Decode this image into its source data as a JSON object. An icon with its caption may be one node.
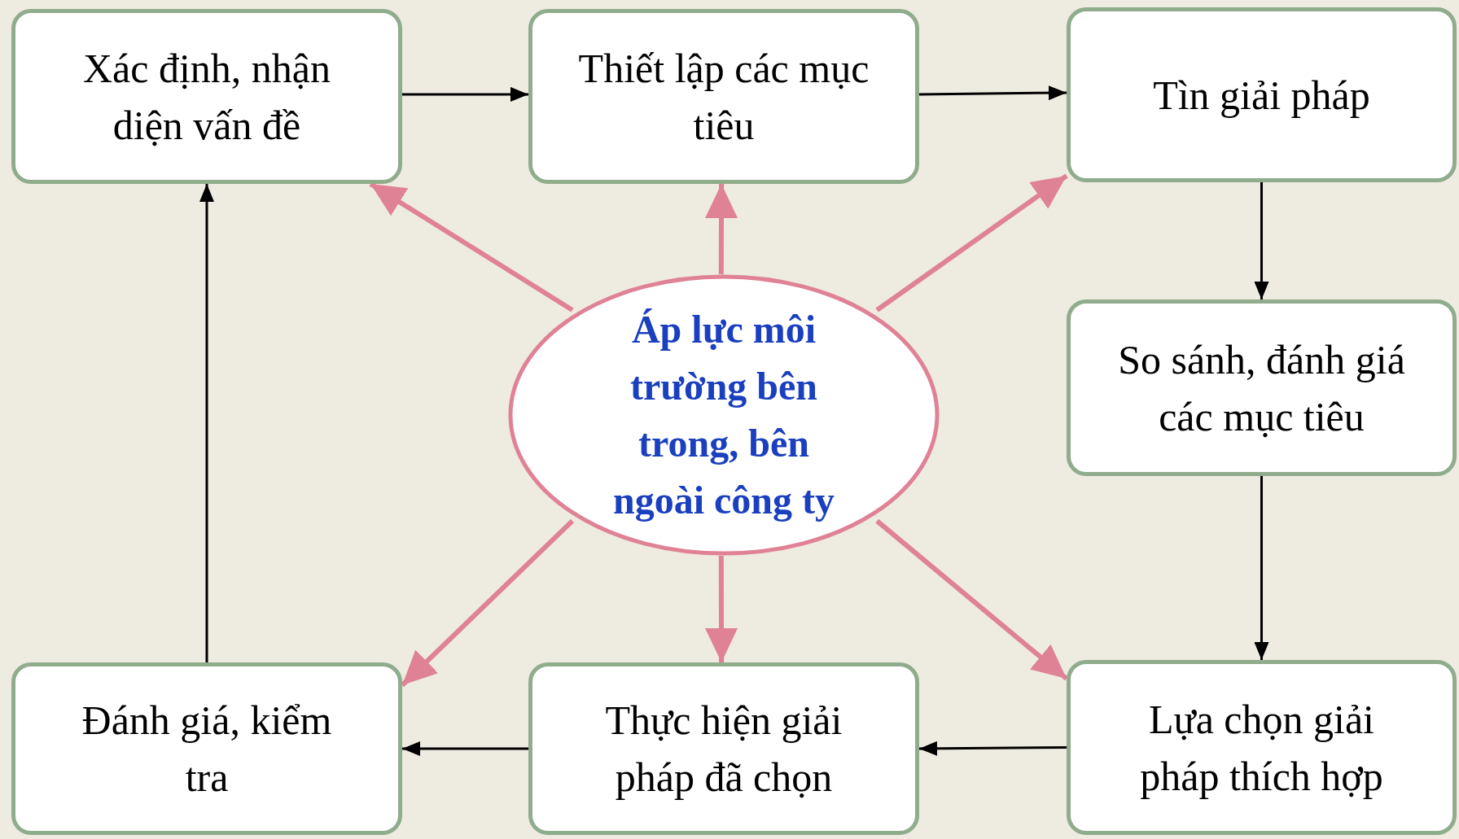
{
  "diagram": {
    "nodes": [
      {
        "text": [
          "Xác định, nhận diện vấn đề"
        ]
      },
      {
        "text": [
          "Thiết lập các mục tiêu"
        ]
      },
      {
        "text": [
          "Tìn giải pháp"
        ]
      },
      {
        "text": [
          "So sánh, đánh giá các mục tiêu"
        ]
      },
      {
        "text": [
          "Lựa chọn giải pháp thích hợp"
        ]
      },
      {
        "text": [
          "Thực hiện giải pháp đã chọn"
        ]
      },
      {
        "text": [
          "Đánh giá, kiểm tra"
        ]
      },
      {
        "text": [
          "Áp lực môi trường bên trong, bên ngoài công ty"
        ]
      }
    ],
    "edges": [
      {
        "from": 0,
        "to": 1,
        "arrow": "to"
      },
      {
        "from": 1,
        "to": 2,
        "arrow": "to"
      },
      {
        "from": 2,
        "to": 3,
        "arrow": "to"
      },
      {
        "from": 3,
        "to": 4,
        "arrow": "to"
      },
      {
        "from": 4,
        "to": 5,
        "arrow": "to"
      },
      {
        "from": 5,
        "to": 6,
        "arrow": "to"
      },
      {
        "from": 6,
        "to": 0,
        "arrow": "to"
      },
      {
        "from": 7,
        "to": 0,
        "arrow": "to",
        "style": "thick",
        "color": "#e08296"
      },
      {
        "from": 7,
        "to": 1,
        "arrow": "to",
        "style": "thick",
        "color": "#e08296"
      },
      {
        "from": 7,
        "to": 2,
        "arrow": "to",
        "style": "thick",
        "color": "#e08296"
      },
      {
        "from": 7,
        "to": 4,
        "arrow": "to",
        "style": "thick",
        "color": "#e08296"
      },
      {
        "from": 7,
        "to": 5,
        "arrow": "to",
        "style": "thick",
        "color": "#e08296"
      },
      {
        "from": 7,
        "to": 6,
        "arrow": "to",
        "style": "thick",
        "color": "#e08296"
      }
    ]
  }
}
